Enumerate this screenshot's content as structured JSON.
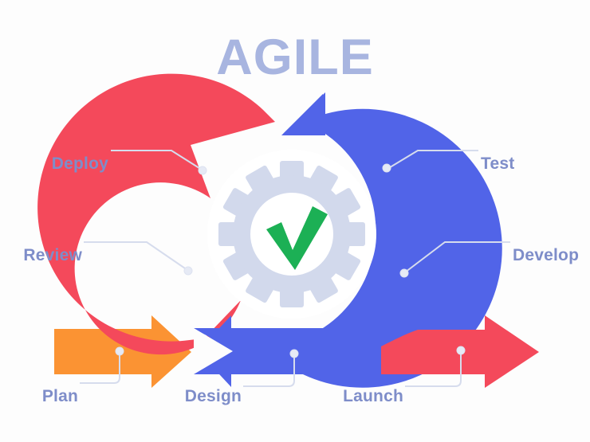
{
  "title": {
    "text": "AGILE",
    "color": "#a8b5e0"
  },
  "theme": {
    "background": "#fdfdfd",
    "red": "#f4495b",
    "blue": "#5164e8",
    "orange": "#fb9333",
    "green": "#1cb055",
    "gear": "#d2d9ec",
    "gear_inner": "#ffffff",
    "label_color": "#7e8dc9",
    "leader_line": "#d6dced",
    "leader_dot": "#e2e7f3"
  },
  "center": {
    "icon": "gear-with-checkmark-icon",
    "check": "checkmark-icon"
  },
  "stages": [
    {
      "id": "deploy",
      "label": "Deploy",
      "color_ref": "red",
      "side": "left"
    },
    {
      "id": "review",
      "label": "Review",
      "color_ref": "red",
      "side": "left"
    },
    {
      "id": "test",
      "label": "Test",
      "color_ref": "blue",
      "side": "right"
    },
    {
      "id": "develop",
      "label": "Develop",
      "color_ref": "blue",
      "side": "right"
    },
    {
      "id": "plan",
      "label": "Plan",
      "color_ref": "orange",
      "side": "bottom"
    },
    {
      "id": "design",
      "label": "Design",
      "color_ref": "blue",
      "side": "bottom"
    },
    {
      "id": "launch",
      "label": "Launch",
      "color_ref": "red",
      "side": "bottom"
    }
  ],
  "arrows": [
    {
      "id": "plan-arrow",
      "name": "plan-input-arrow",
      "color_ref": "orange",
      "direction": "right"
    },
    {
      "id": "cycle-red",
      "name": "deploy-review-arc",
      "color_ref": "red",
      "direction": "counter-clockwise"
    },
    {
      "id": "cycle-blue",
      "name": "test-develop-arc",
      "color_ref": "blue",
      "direction": "clockwise"
    },
    {
      "id": "launch-arrow",
      "name": "launch-output-arrow",
      "color_ref": "red",
      "direction": "right"
    }
  ]
}
